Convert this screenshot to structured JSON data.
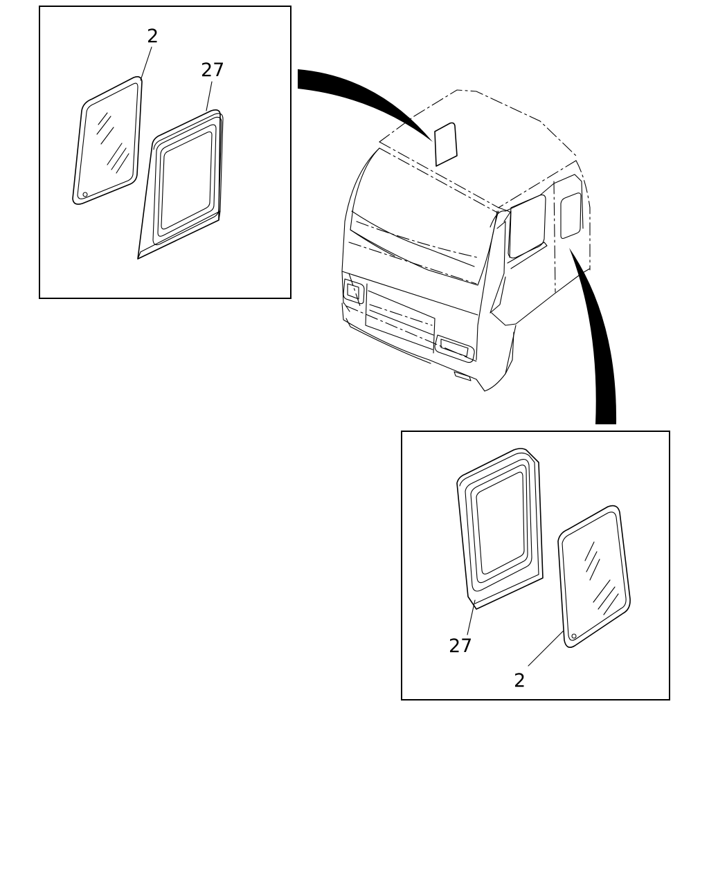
{
  "callouts": {
    "top_left_glass": "2",
    "top_left_seal": "27",
    "bottom_right_seal": "27",
    "bottom_right_glass": "2"
  }
}
